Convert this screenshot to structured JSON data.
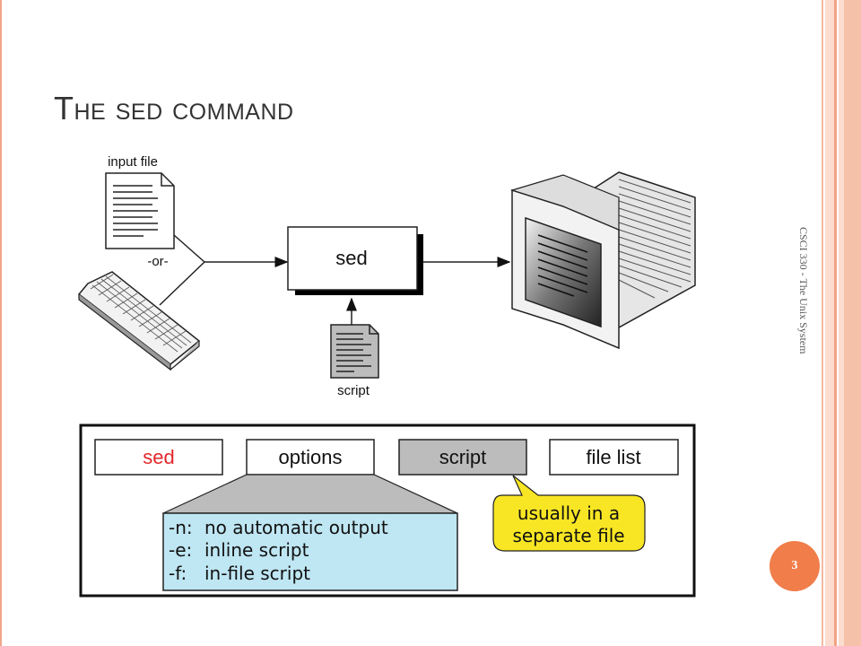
{
  "slide": {
    "title": "The sed command",
    "side_label": "CSCI 330 - The Unix System",
    "page_number": "3"
  },
  "diagram": {
    "input_file_label": "input file",
    "or_label": "-or-",
    "sed_box_label": "sed",
    "script_label": "script"
  },
  "syntax": {
    "parts": [
      "sed",
      "options",
      "script",
      "file list"
    ],
    "options_detail": [
      {
        "flag": "-n:",
        "desc": "no automatic output"
      },
      {
        "flag": "-e:",
        "desc": "inline script"
      },
      {
        "flag": "-f:",
        "desc": "in-file script"
      }
    ],
    "callout": [
      "usually in a",
      "separate file"
    ]
  },
  "colors": {
    "sed_text": "#e3262b",
    "script_box": "#bcbcbc",
    "options_panel": "#bfe6f3",
    "callout_fill": "#f8e624",
    "accent_circle": "#f07d4a"
  }
}
